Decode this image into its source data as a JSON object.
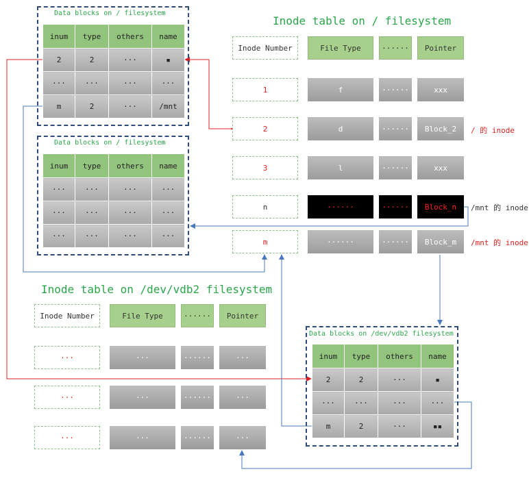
{
  "top_blocks": {
    "title": "Data blocks on / filesystem",
    "headers": [
      "inum",
      "type",
      "others",
      "name"
    ],
    "rows": [
      [
        "2",
        "2",
        "···",
        "▪"
      ],
      [
        "···",
        "···",
        "···",
        "···"
      ],
      [
        "m",
        "2",
        "···",
        "/mnt"
      ]
    ]
  },
  "mid_blocks": {
    "title": "Data blocks on / filesystem",
    "headers": [
      "inum",
      "type",
      "others",
      "name"
    ],
    "rows": [
      [
        "···",
        "···",
        "···",
        "···"
      ],
      [
        "···",
        "···",
        "···",
        "···"
      ],
      [
        "···",
        "···",
        "···",
        "···"
      ]
    ]
  },
  "root_inode_table": {
    "title": "Inode table on / filesystem",
    "header": {
      "number": "Inode Number",
      "type": "File Type",
      "dots": "······",
      "pointer": "Pointer"
    },
    "rows": [
      {
        "number": "1",
        "type": "f",
        "dots": "······",
        "pointer": "xxx",
        "note": ""
      },
      {
        "number": "2",
        "type": "d",
        "dots": "······",
        "pointer": "Block_2",
        "note": "/ 的 inode"
      },
      {
        "number": "3",
        "type": "l",
        "dots": "······",
        "pointer": "xxx",
        "note": ""
      },
      {
        "number": "n",
        "type": "······",
        "dots": "······",
        "pointer": "Block_n",
        "note": "/mnt 的 inode"
      },
      {
        "number": "m",
        "type": "······",
        "dots": "······",
        "pointer": "Block_m",
        "note": "/mnt 的 inode"
      }
    ]
  },
  "vdb2_inode_table": {
    "title": "Inode table on /dev/vdb2 filesystem",
    "header": {
      "number": "Inode Number",
      "type": "File Type",
      "dots": "······",
      "pointer": "Pointer"
    },
    "rows": [
      {
        "number": "···",
        "type": "···",
        "dots": "······",
        "pointer": "···"
      },
      {
        "number": "···",
        "type": "···",
        "dots": "······",
        "pointer": "···"
      },
      {
        "number": "···",
        "type": "···",
        "dots": "······",
        "pointer": "···"
      }
    ]
  },
  "vdb2_blocks": {
    "title": "Data blocks on /dev/vdb2 filesystem",
    "headers": [
      "inum",
      "type",
      "others",
      "name"
    ],
    "rows": [
      [
        "2",
        "2",
        "···",
        "▪"
      ],
      [
        "···",
        "···",
        "···",
        "···"
      ],
      [
        "m",
        "2",
        "···",
        "▪▪"
      ]
    ]
  },
  "colors": {
    "header_green": "#93c47d",
    "title_green": "#2aa64a",
    "box_blue": "#2f4b7c",
    "red_arrow": "#e02020",
    "blue_arrow": "#4a78c0"
  }
}
